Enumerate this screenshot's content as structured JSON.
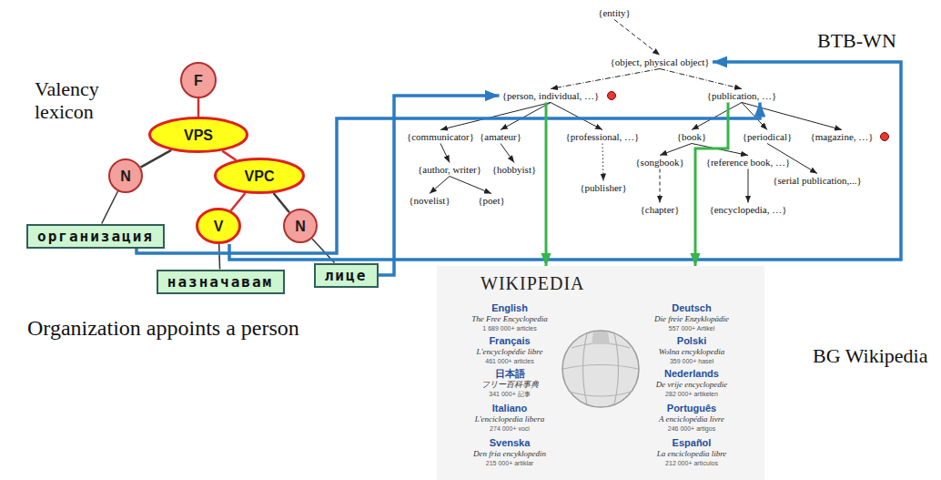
{
  "diagram": {
    "nodes": [
      {
        "text": [
          "F"
        ]
      },
      {
        "text": [
          "VPS"
        ]
      },
      {
        "text": [
          "N"
        ]
      },
      {
        "text": [
          "VPC"
        ]
      },
      {
        "text": [
          "организация"
        ]
      },
      {
        "text": [
          "V"
        ]
      },
      {
        "text": [
          "N"
        ]
      },
      {
        "text": [
          "назначавам"
        ]
      },
      {
        "text": [
          "лице"
        ]
      },
      {
        "text": [
          "{entity}"
        ]
      },
      {
        "text": [
          "{object, physical object}"
        ]
      },
      {
        "text": [
          "{person, individual, …}"
        ]
      },
      {
        "text": [
          "{publication, …}"
        ]
      },
      {
        "text": [
          "{communicator}"
        ]
      },
      {
        "text": [
          "{amateur}"
        ]
      },
      {
        "text": [
          "{professional, …}"
        ]
      },
      {
        "text": [
          "{book}"
        ]
      },
      {
        "text": [
          "{periodical}"
        ]
      },
      {
        "text": [
          "{magazine, …}"
        ]
      },
      {
        "text": [
          "{author, writer}"
        ]
      },
      {
        "text": [
          "{hobbyist}"
        ]
      },
      {
        "text": [
          "{songbook}"
        ]
      },
      {
        "text": [
          "{reference book, …}"
        ]
      },
      {
        "text": [
          "{serial publication,...}"
        ]
      },
      {
        "text": [
          "{publisher}"
        ]
      },
      {
        "text": [
          "{novelist}"
        ]
      },
      {
        "text": [
          "{poet}"
        ]
      },
      {
        "text": [
          "{chapter}"
        ]
      },
      {
        "text": [
          "{encyclopedia, …}"
        ]
      },
      {
        "text": [
          "WIKIPEDIA"
        ]
      },
      {
        "text": [
          "English",
          "The Free Encyclopedia",
          "1 689 000+ articles"
        ],
        "in": 29
      },
      {
        "text": [
          "Deutsch",
          "Die freie Enzyklopädie",
          "557 000+ Artikel"
        ],
        "in": 29
      },
      {
        "text": [
          "Français",
          "L'encyclopédie libre",
          "461 000+ articles"
        ],
        "in": 29
      },
      {
        "text": [
          "Polski",
          "Wolna encyklopedia",
          "359 000+ haseł"
        ],
        "in": 29
      },
      {
        "text": [
          "日本語",
          "フリー百科事典",
          "341 000+ 記事"
        ],
        "in": 29
      },
      {
        "text": [
          "Nederlands",
          "De vrije encyclopedie",
          "282 000+ artikelen"
        ],
        "in": 29
      },
      {
        "text": [
          "Italiano",
          "L'enciclopedia libera",
          "274 000+ voci"
        ],
        "in": 29
      },
      {
        "text": [
          "Português",
          "A enciclopédia livre",
          "246 000+ artigos"
        ],
        "in": 29
      },
      {
        "text": [
          "Svenska",
          "Den fria encyklopedin",
          "215 000+ artiklar"
        ],
        "in": 29
      },
      {
        "text": [
          "Español",
          "La enciclopedia libre",
          "212 000+ artículos"
        ],
        "in": 29
      }
    ],
    "edges": [
      {
        "from": 0,
        "to": 1,
        "arrow": "none"
      },
      {
        "from": 1,
        "to": 2,
        "arrow": "none"
      },
      {
        "from": 1,
        "to": 3,
        "arrow": "none"
      },
      {
        "from": 3,
        "to": 5,
        "arrow": "none"
      },
      {
        "from": 3,
        "to": 6,
        "arrow": "none"
      },
      {
        "from": 2,
        "to": 4,
        "arrow": "none"
      },
      {
        "from": 5,
        "to": 7,
        "arrow": "none"
      },
      {
        "from": 6,
        "to": 8,
        "arrow": "none"
      },
      {
        "from": 9,
        "to": 10,
        "arrow": "to"
      },
      {
        "from": 10,
        "to": 11,
        "arrow": "to"
      },
      {
        "from": 10,
        "to": 12,
        "arrow": "to"
      },
      {
        "from": 11,
        "to": 13,
        "arrow": "to"
      },
      {
        "from": 11,
        "to": 14,
        "arrow": "to"
      },
      {
        "from": 11,
        "to": 15,
        "arrow": "to"
      },
      {
        "from": 13,
        "to": 19,
        "arrow": "to"
      },
      {
        "from": 14,
        "to": 20,
        "arrow": "to"
      },
      {
        "from": 15,
        "to": 24,
        "arrow": "to"
      },
      {
        "from": 19,
        "to": 25,
        "arrow": "to"
      },
      {
        "from": 19,
        "to": 26,
        "arrow": "to"
      },
      {
        "from": 12,
        "to": 16,
        "arrow": "to"
      },
      {
        "from": 12,
        "to": 17,
        "arrow": "to"
      },
      {
        "from": 12,
        "to": 18,
        "arrow": "to"
      },
      {
        "from": 16,
        "to": 21,
        "arrow": "to"
      },
      {
        "from": 16,
        "to": 22,
        "arrow": "to"
      },
      {
        "from": 21,
        "to": 27,
        "arrow": "to"
      },
      {
        "from": 22,
        "to": 28,
        "arrow": "to"
      },
      {
        "from": 17,
        "to": 23,
        "arrow": "to"
      },
      {
        "from": 4,
        "to": 12,
        "arrow": "to"
      },
      {
        "from": 8,
        "to": 11,
        "arrow": "to"
      },
      {
        "from": 5,
        "to": 10,
        "arrow": "to"
      },
      {
        "from": 11,
        "to": 29,
        "arrow": "to"
      },
      {
        "from": 12,
        "to": 29,
        "arrow": "to"
      }
    ],
    "labels": [
      "Valency lexicon",
      "BTB-WN",
      "Organization appoints a person",
      "BG Wikipedia"
    ]
  }
}
